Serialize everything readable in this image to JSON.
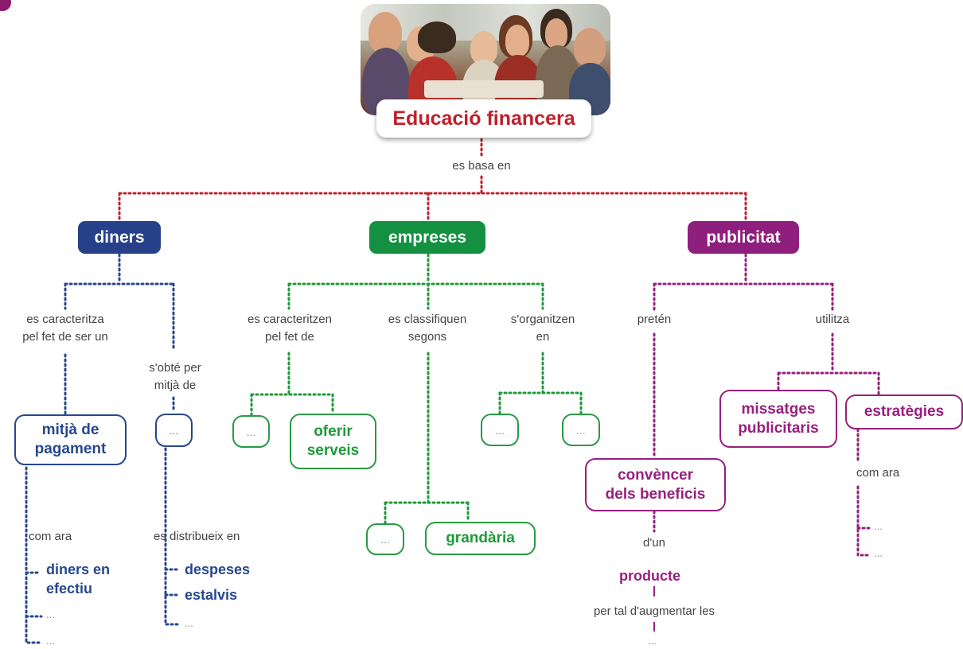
{
  "center": {
    "title": "Educació financera",
    "link": "es basa en"
  },
  "placeholder": "...",
  "ellipsis": "...",
  "colors": {
    "red": "#c0202b",
    "blue": "#27478f",
    "green": "#1e9a3a",
    "magenta": "#97207d"
  },
  "diners": {
    "label": "diners",
    "link_left": "es caracteritza\npel fet de ser un",
    "link_right": "s'obté per\nmitjà de",
    "node": "mitjà de\npagament",
    "com_ara": "com ara",
    "items": [
      "diners en\nefectiu"
    ],
    "distribueix": "es distribueix en",
    "distribueix_items": [
      "despeses",
      "estalvis"
    ]
  },
  "empreses": {
    "label": "empreses",
    "link1": "es caracteritzen\npel fet de",
    "link2": "es classifiquen\nsegons",
    "link3": "s'organitzen\nen",
    "node_serveis": "oferir\nserveis",
    "node_grandaria": "grandària"
  },
  "publicitat": {
    "label": "publicitat",
    "link_preten": "pretén",
    "link_utilitza": "utilitza",
    "node_convencer": "convèncer\ndels beneficis",
    "node_missatges": "missatges\npublicitaris",
    "node_estrategies": "estratègies",
    "com_ara": "com ara",
    "dun": "d'un",
    "producte": "producte",
    "augmentar": "per tal d'augmentar les"
  }
}
